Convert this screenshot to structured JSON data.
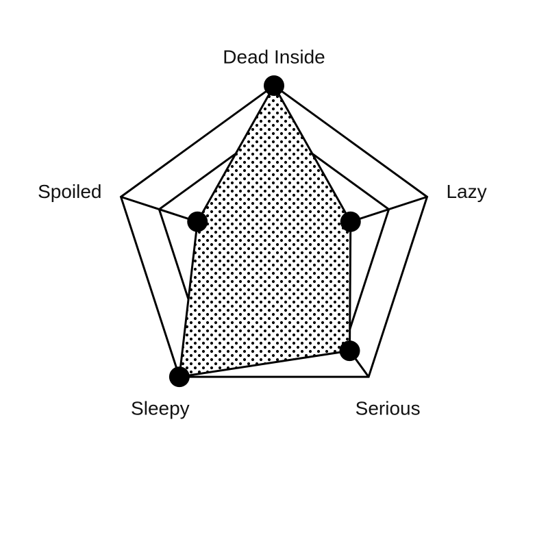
{
  "chart_data": {
    "type": "radar",
    "axes": [
      "Dead Inside",
      "Lazy",
      "Serious",
      "Sleepy",
      "Spoiled"
    ],
    "series": [
      {
        "values": [
          100,
          50,
          80,
          100,
          50
        ]
      }
    ],
    "range": [
      0,
      100
    ],
    "rings": 4,
    "grid": true,
    "fill": "dotted",
    "colors": {
      "line": "#000000",
      "marker": "#000000",
      "background": "#ffffff",
      "text": "#111111"
    }
  }
}
